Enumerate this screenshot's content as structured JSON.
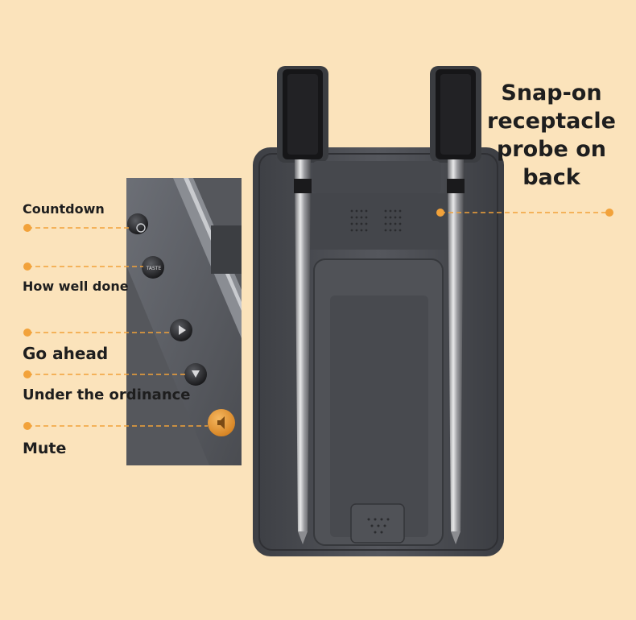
{
  "colors": {
    "background": "#fbe3bb",
    "accent": "#f2a23a",
    "device_body": "#4a4c51",
    "text": "#1e1e1e"
  },
  "button_labels": {
    "countdown": "Countdown",
    "doneness": "How well done",
    "forward": "Go ahead",
    "backward": "Under the ordinance",
    "mute": "Mute"
  },
  "feature_callout": {
    "lines": [
      "Snap-on",
      "receptacle",
      "probe on",
      "back"
    ]
  },
  "icons": [
    "power-icon",
    "taste-icon",
    "forward-icon",
    "backward-icon",
    "mute-icon"
  ],
  "device_button_text": {
    "taste": "TASTE"
  }
}
